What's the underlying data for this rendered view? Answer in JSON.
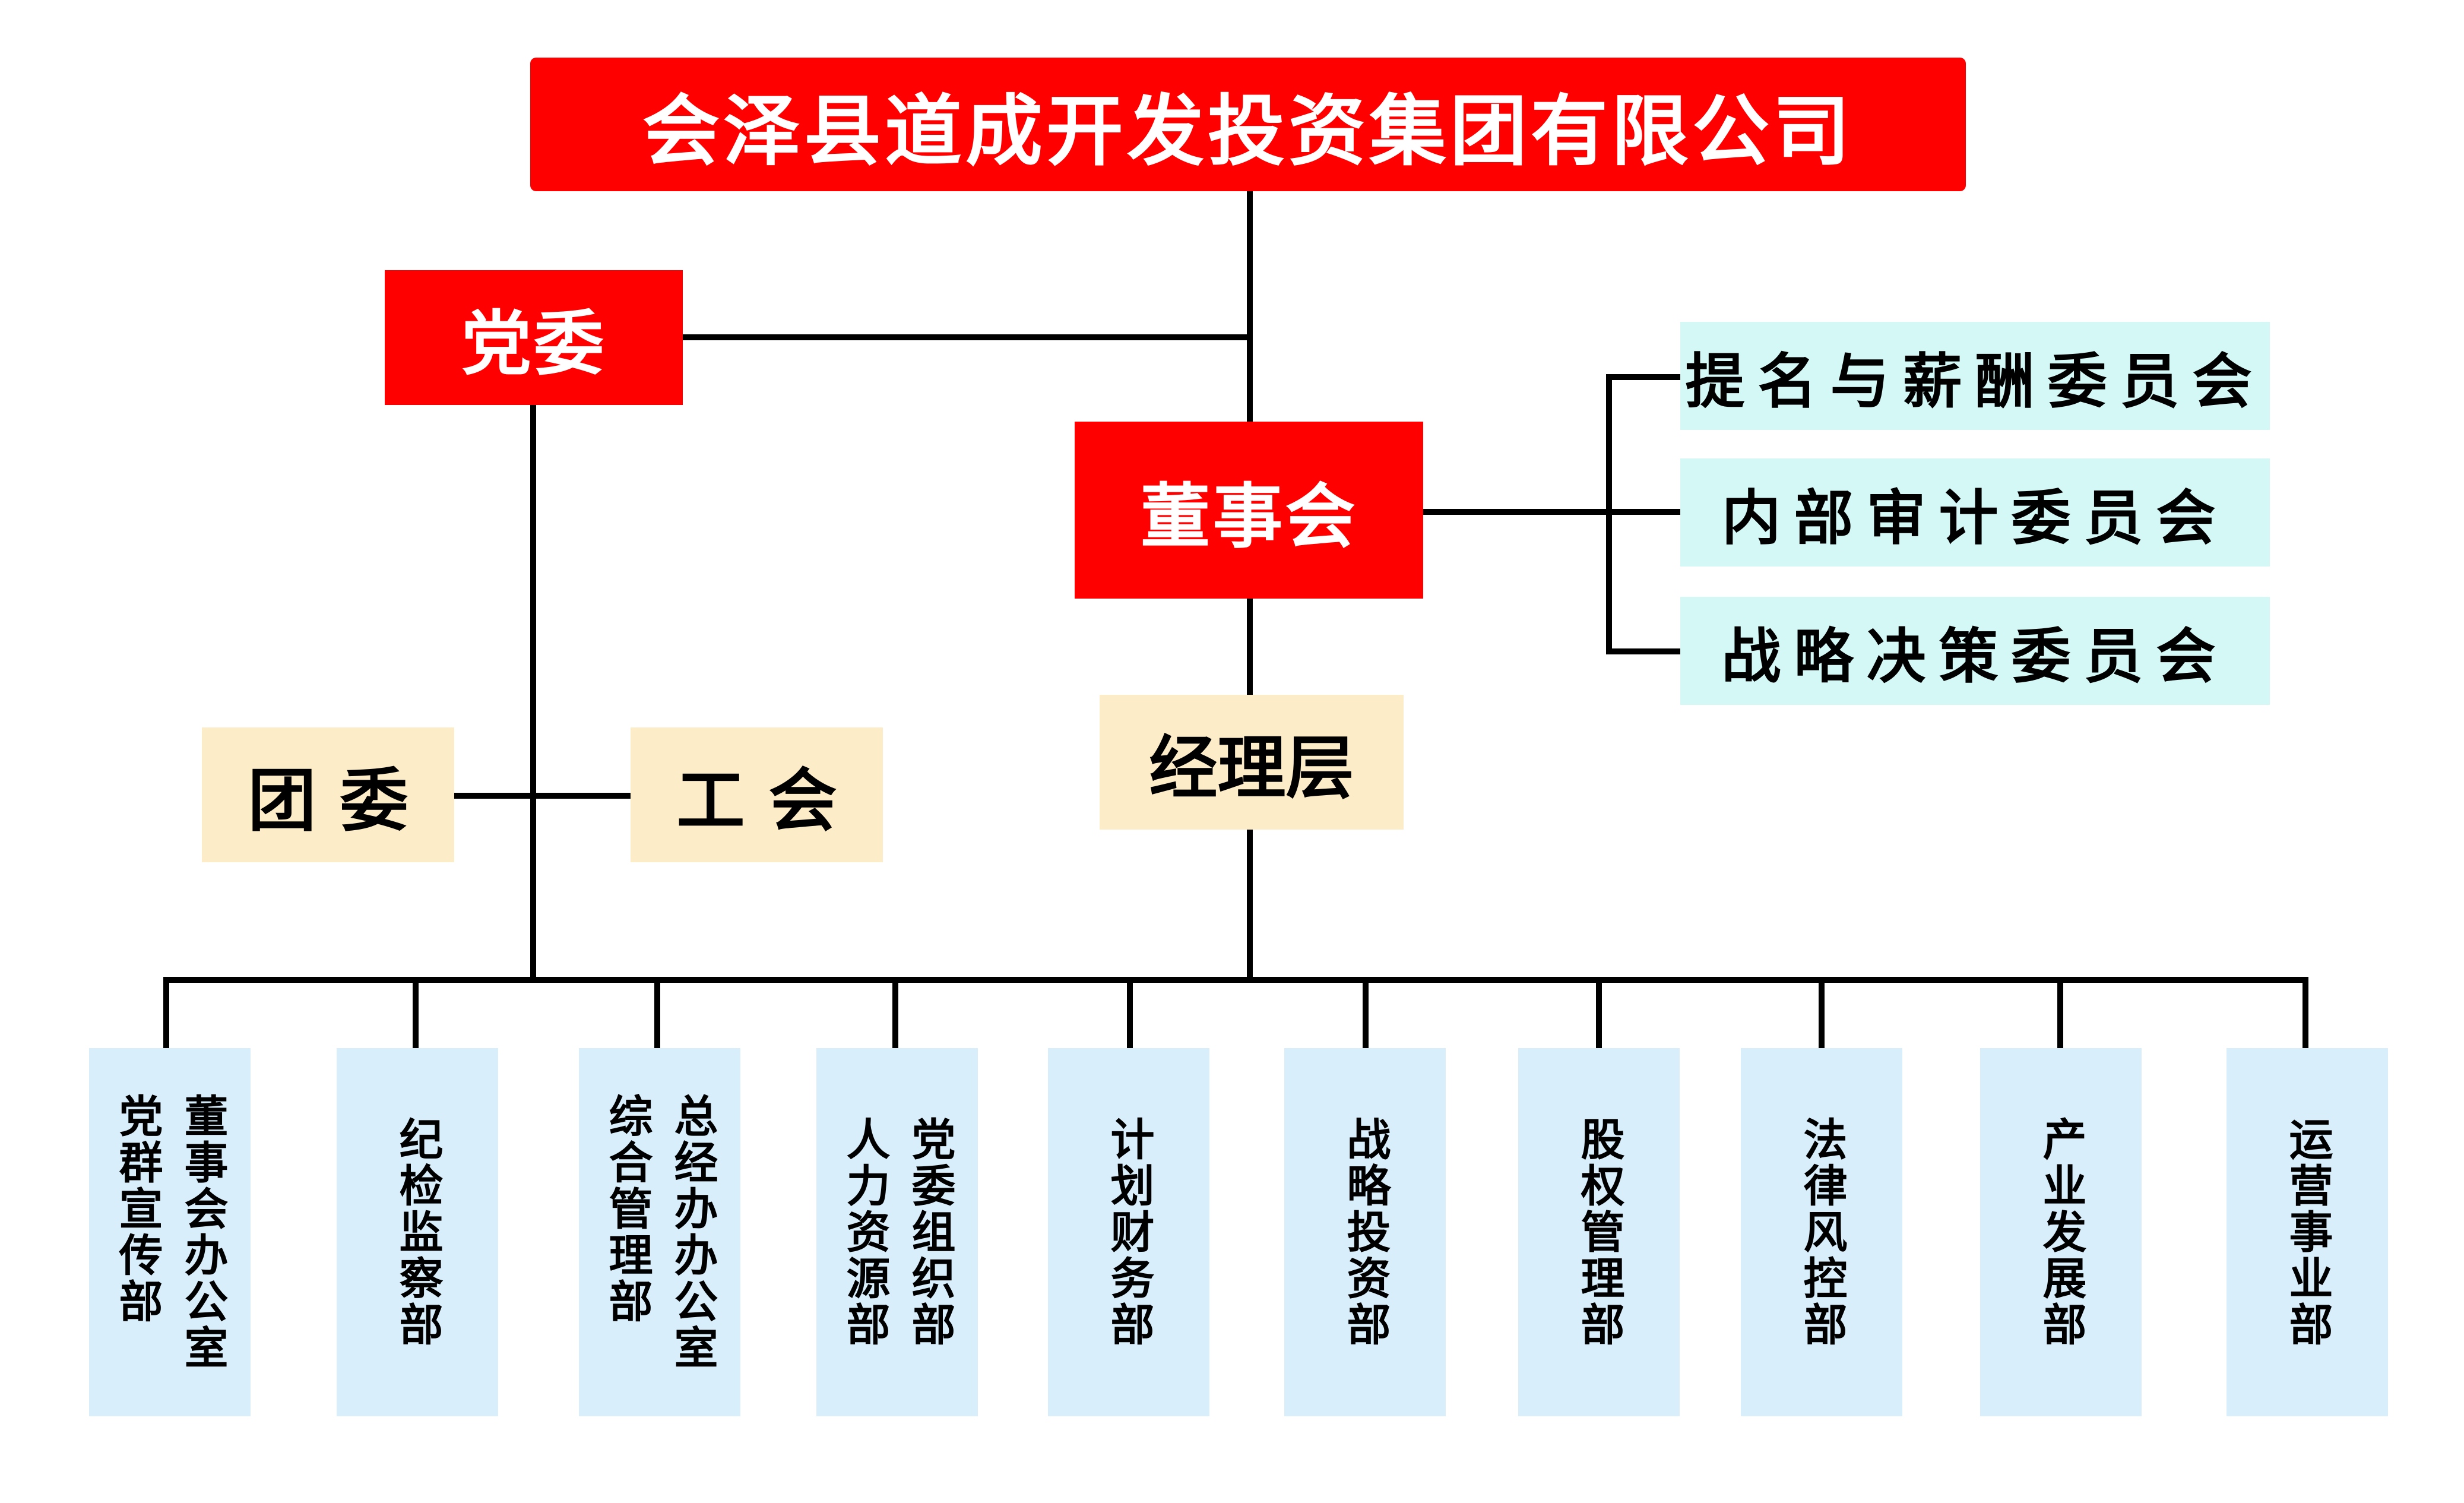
{
  "company": {
    "label": "会泽县道成开发投资集团有限公司"
  },
  "party_committee": {
    "label": "党委"
  },
  "board": {
    "label": "董事会"
  },
  "management": {
    "label": "经理层"
  },
  "youth_league": {
    "label": "团 委"
  },
  "trade_union": {
    "label": "工 会"
  },
  "committees": [
    {
      "label": "提名与薪酬委员会"
    },
    {
      "label": "内部审计委员会"
    },
    {
      "label": "战略决策委员会"
    }
  ],
  "departments": [
    {
      "lines": [
        "董事会办公室",
        "党群宣传部"
      ]
    },
    {
      "lines": [
        "纪检监察部"
      ]
    },
    {
      "lines": [
        "总经办办公室",
        "综合管理部"
      ]
    },
    {
      "lines": [
        "党委组织部",
        "人力资源部"
      ]
    },
    {
      "lines": [
        "计划财务部"
      ]
    },
    {
      "lines": [
        "战略投资部"
      ]
    },
    {
      "lines": [
        "股权管理部"
      ]
    },
    {
      "lines": [
        "法律风控部"
      ]
    },
    {
      "lines": [
        "产业发展部"
      ]
    },
    {
      "lines": [
        "运营事业部"
      ]
    }
  ],
  "colors": {
    "red": "#ff0000",
    "tan": "#fcedc8",
    "cyan": "#d4f8f6",
    "light_blue": "#d8eefb",
    "line": "#000000"
  }
}
